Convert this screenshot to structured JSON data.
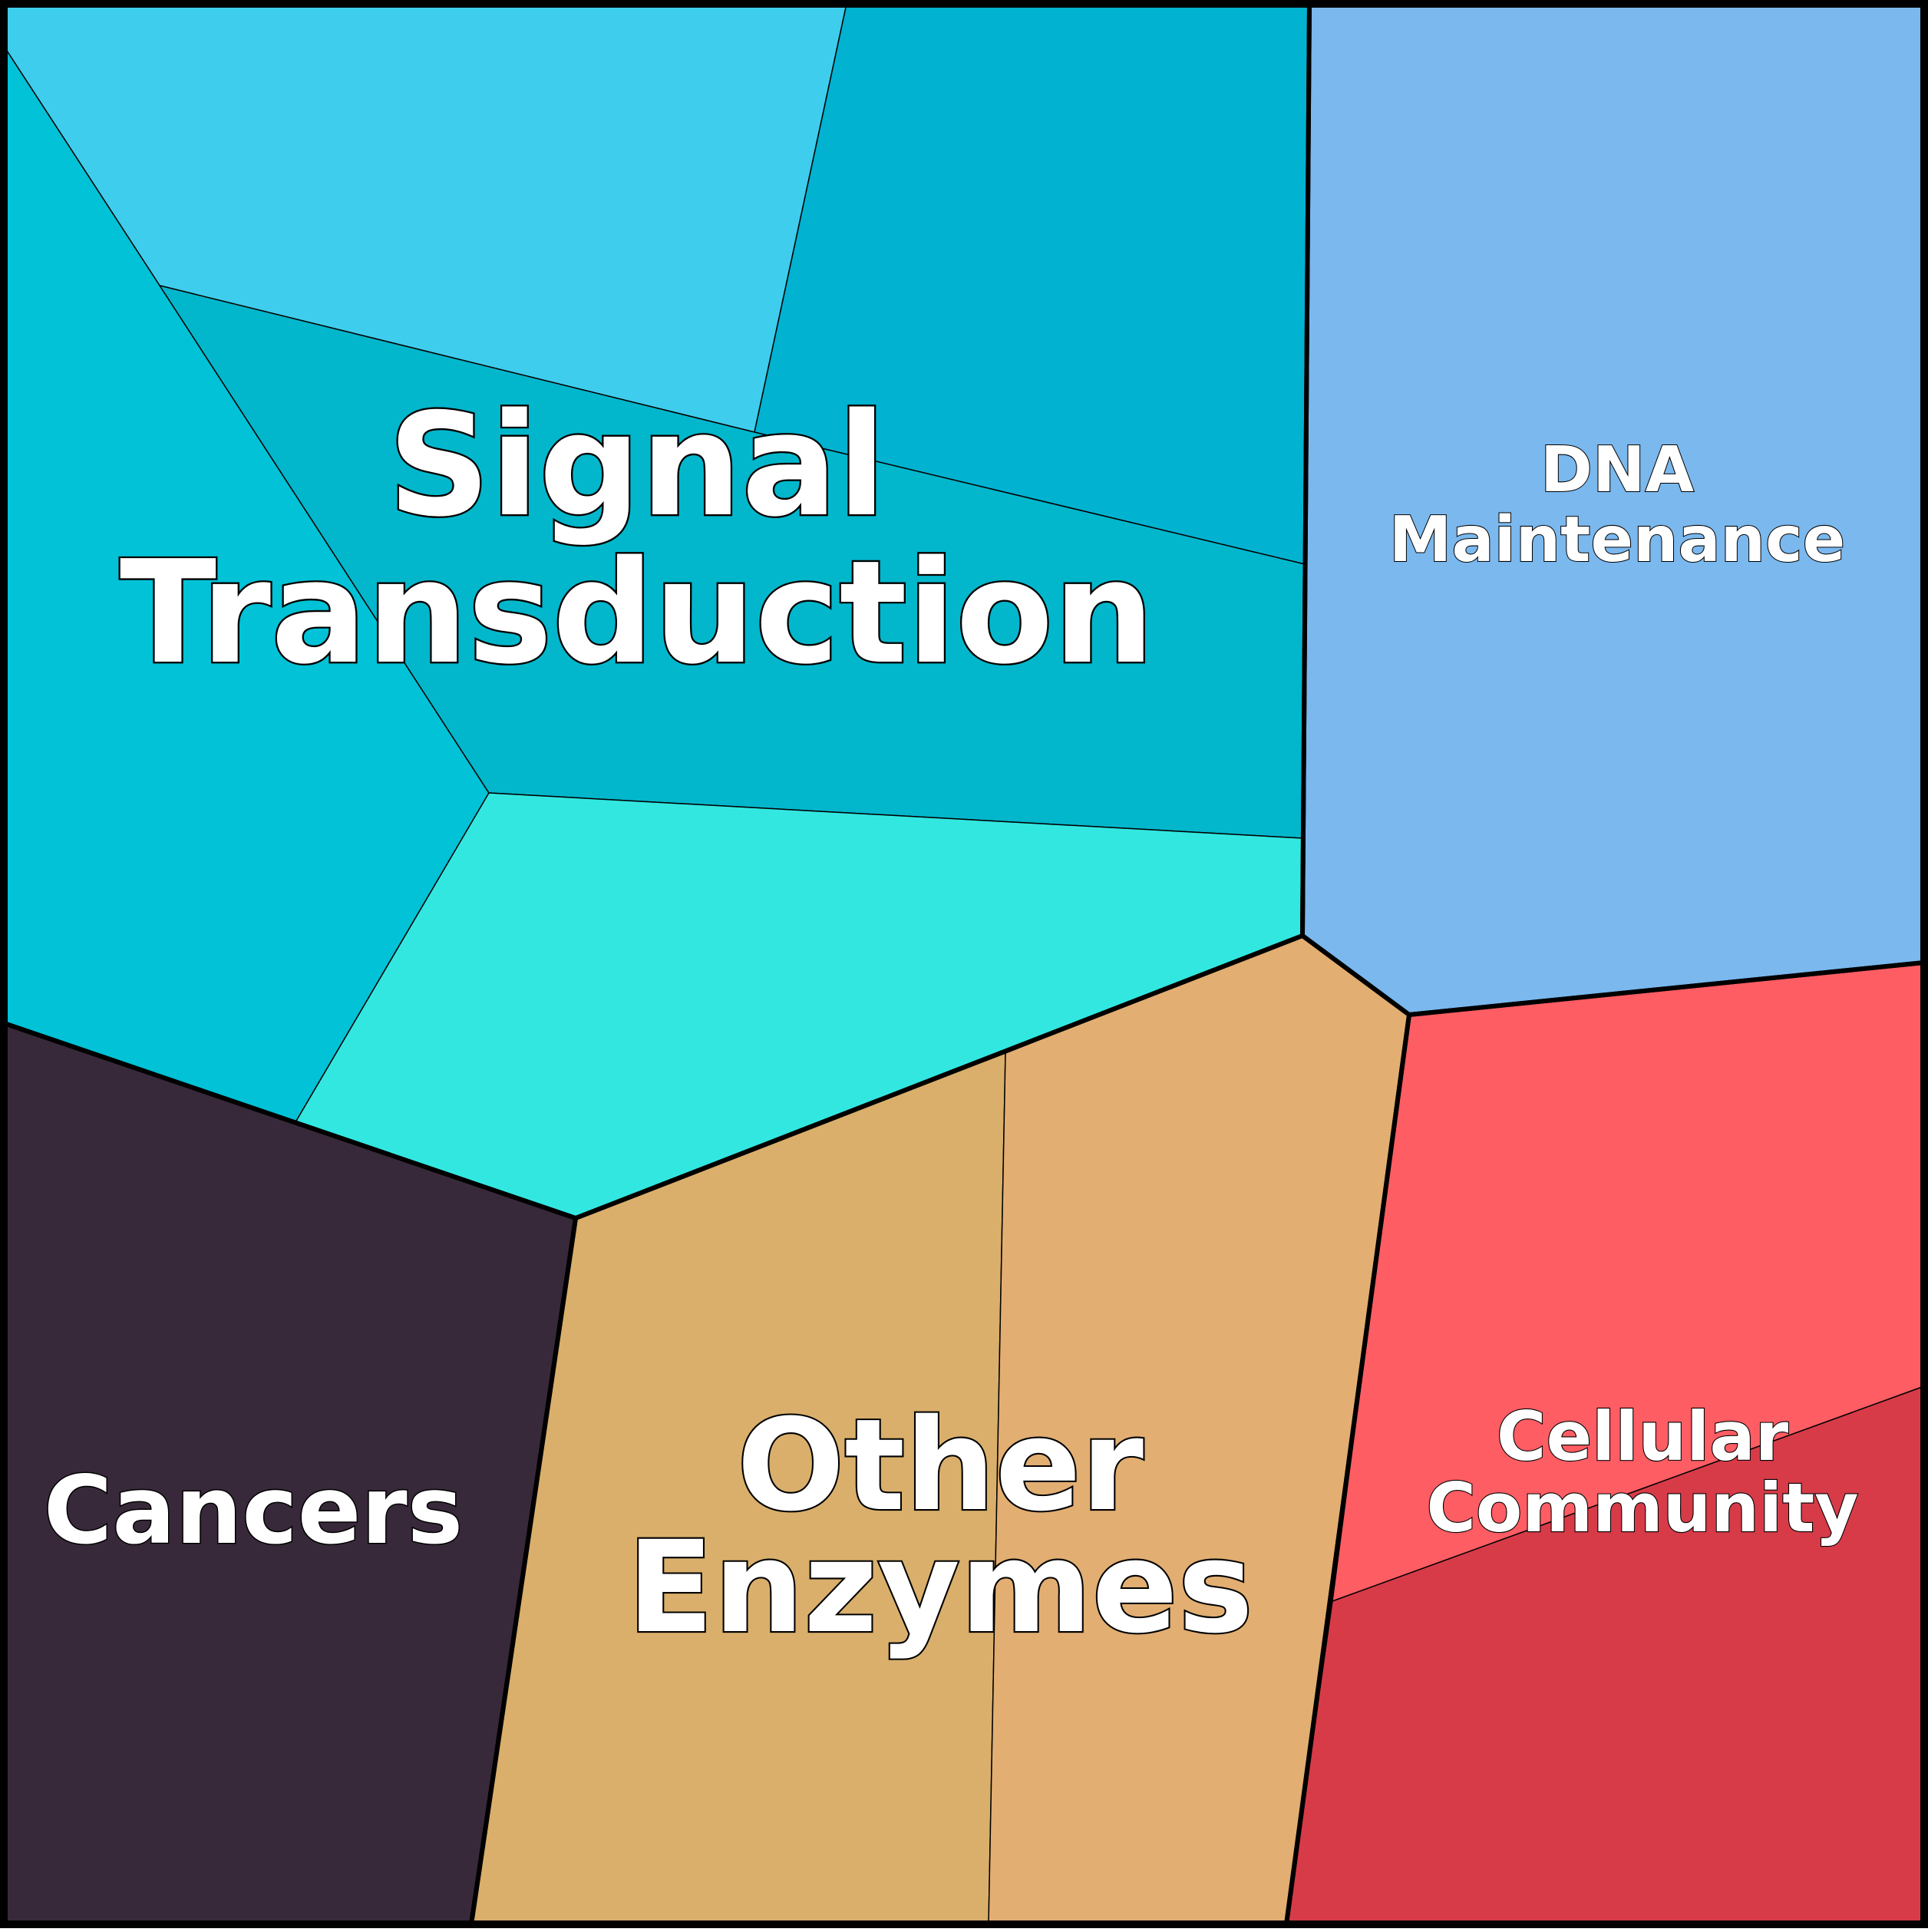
{
  "chart_data": {
    "type": "voronoi-treemap",
    "title": "",
    "groups": [
      {
        "id": "signal",
        "label_lines": [
          "Signal",
          "Transduction"
        ],
        "cells": [
          {
            "color": "#3ecdec"
          },
          {
            "color": "#02b2d1"
          },
          {
            "color": "#01c2d6"
          },
          {
            "color": "#02b7cc"
          },
          {
            "color": "#33e7e1"
          }
        ]
      },
      {
        "id": "dna",
        "label_lines": [
          "DNA",
          "Maintenance"
        ],
        "cells": [
          {
            "color": "#7ab8ee"
          }
        ]
      },
      {
        "id": "cancers",
        "label_lines": [
          "Cancers"
        ],
        "cells": [
          {
            "color": "#38293a"
          }
        ]
      },
      {
        "id": "enzymes",
        "label_lines": [
          "Other",
          "Enzymes"
        ],
        "cells": [
          {
            "color": "#d9af6b"
          },
          {
            "color": "#e2ae72"
          }
        ]
      },
      {
        "id": "cellular",
        "label_lines": [
          "Cellular",
          "Community"
        ],
        "cells": [
          {
            "color": "#fe5d63"
          },
          {
            "color": "#d73b48"
          }
        ]
      }
    ]
  }
}
